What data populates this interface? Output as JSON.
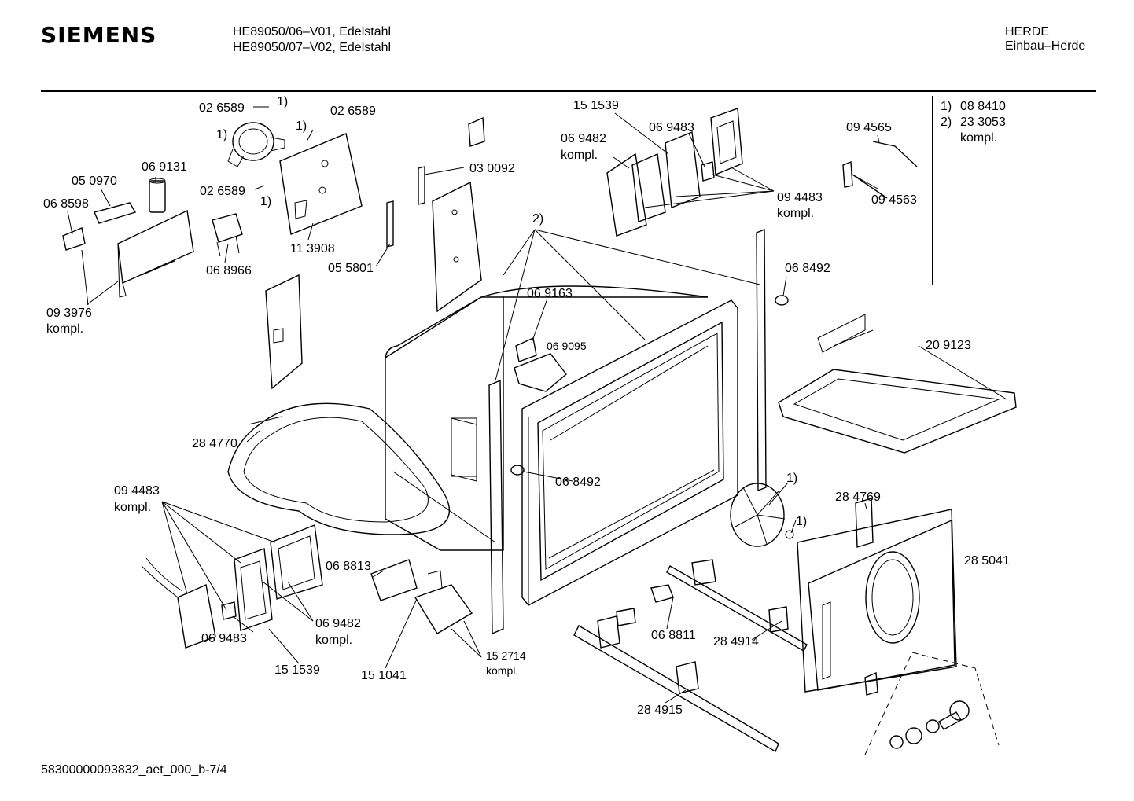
{
  "header": {
    "brand": "SIEMENS",
    "model_line_1": "HE89050/06–V01, Edelstahl",
    "model_line_2": "HE89050/07–V02, Edelstahl",
    "category_line_1": "HERDE",
    "category_line_2": "Einbau–Herde"
  },
  "notes": [
    {
      "marker": "1)",
      "value": "08 8410"
    },
    {
      "marker": "2)",
      "value": "23 3053"
    },
    {
      "marker": "",
      "value": "kompl."
    }
  ],
  "labels": {
    "p026589a": "02 6589",
    "m1a": "1)",
    "m1b": "1)",
    "p026589b": "02 6589",
    "m1c": "1)",
    "p069131": "06 9131",
    "p050970": "05 0970",
    "p026589c": "02 6589",
    "m1d": "1)",
    "p068598": "06 8598",
    "p113908": "11 3908",
    "p030092": "03 0092",
    "p055801": "05 5801",
    "p068966": "06 8966",
    "p093976": "09 3976",
    "p093976k": "kompl.",
    "p151539a": "15 1539",
    "p069483a": "06 9483",
    "p069482a": "06 9482",
    "p069482ak": "kompl.",
    "p094565": "09 4565",
    "p094483a": "09 4483",
    "p094483ak": "kompl.",
    "p094563": "09 4563",
    "m2": "2)",
    "p068492a": "06 8492",
    "p069163": "06 9163",
    "p069095": "06 9095",
    "p209123": "20 9123",
    "p284770": "28 4770",
    "p068492b": "06 8492",
    "m1e": "1)",
    "p284769": "28 4769",
    "m1f": "1)",
    "p285041": "28 5041",
    "p094483b": "09 4483",
    "p094483bk": "kompl.",
    "p068813": "06 8813",
    "p069482b": "06 9482",
    "p069482bk": "kompl.",
    "p069483b": "06 9483",
    "p151539b": "15 1539",
    "p151041": "15 1041",
    "p152714": "15 2714",
    "p152714k": "kompl.",
    "p068811": "06 8811",
    "p284914": "28 4914",
    "p284915": "28 4915"
  },
  "footer": {
    "doc_id": "58300000093832_aet_000_b-7/4"
  }
}
